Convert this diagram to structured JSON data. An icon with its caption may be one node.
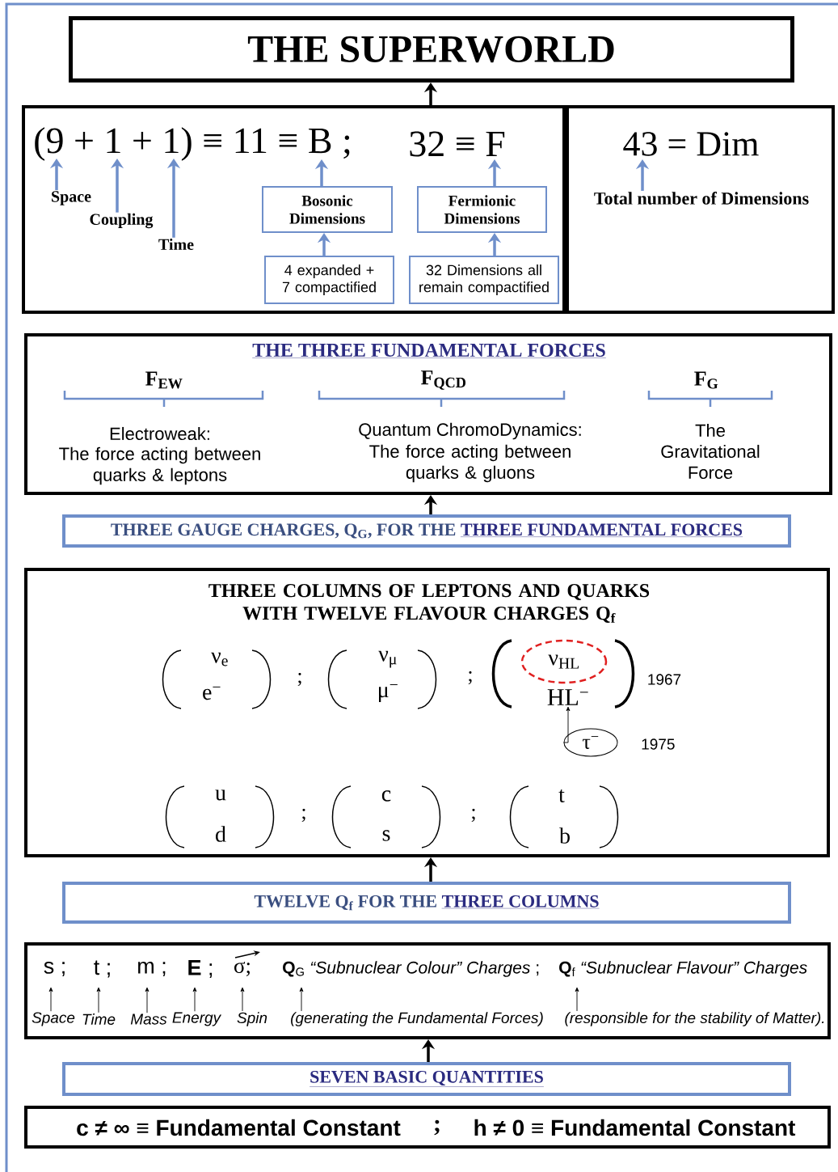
{
  "diagram": {
    "nodes": [
      {
        "text": [
          "THE SUPERWORLD"
        ]
      },
      {
        "text": [
          "(9 + 1 + 1) ≡ 11 ≡ B ;",
          "32 ≡ F"
        ]
      },
      {
        "text": [
          "43 = Dim"
        ]
      },
      {
        "text": [
          "Space"
        ],
        "in": 1
      },
      {
        "text": [
          "Coupling"
        ],
        "in": 1
      },
      {
        "text": [
          "Time"
        ],
        "in": 1
      },
      {
        "text": [
          "Bosonic Dimensions"
        ],
        "in": 1
      },
      {
        "text": [
          "Fermionic Dimensions"
        ],
        "in": 1
      },
      {
        "text": [
          "4 expanded + 7 compactified"
        ],
        "in": 1
      },
      {
        "text": [
          "32 Dimensions all remain compactified"
        ],
        "in": 1
      },
      {
        "text": [
          "Total number of Dimensions"
        ],
        "in": 2
      },
      {
        "text": [
          "THE THREE FUNDAMENTAL FORCES",
          "F$_{EW}$",
          "Electroweak:",
          "The force acting between quarks & leptons",
          "F$_{QCD}$",
          "Quantum ChromoDynamics:",
          "The force acting between quarks & gluons",
          "F$_{G}$",
          "The Gravitational Force"
        ]
      },
      {
        "text": [
          "THREE GAUGE CHARGES, Q$_{G}$, FOR THE",
          "THREE FUNDAMENTAL FORCES"
        ]
      },
      {
        "text": [
          "THREE COLUMNS OF LEPTONS AND QUARKS WITH TWELVE FLAVOUR CHARGES Q$_{f}$"
        ]
      },
      {
        "text": [
          "ν$_{HL}$"
        ],
        "in": 13
      },
      {
        "text": [
          "HL$^{−}$"
        ],
        "in": 13
      },
      {
        "text": [
          "τ$^{−}$"
        ],
        "in": 13,
        "beside": [
          "1975"
        ]
      },
      {
        "text": [
          "TWELVE Q$_{f}$ FOR THE",
          "THREE COLUMNS"
        ]
      },
      {
        "text": [
          "s ;",
          "t ;",
          "m ;",
          "**E** ;",
          "σ;",
          "**Q**$_{G}$ *“Subnuclear Colour” Charges* ;",
          "**Q**$_{f}$ *“Subnuclear Flavour” Charges*"
        ]
      },
      {
        "text": [
          "Space"
        ],
        "in": 18
      },
      {
        "text": [
          "Time"
        ],
        "in": 18
      },
      {
        "text": [
          "Mass"
        ],
        "in": 18
      },
      {
        "text": [
          "Energy"
        ],
        "in": 18
      },
      {
        "text": [
          "Spin"
        ],
        "in": 18
      },
      {
        "text": [
          "(generating the Fundamental Forces)"
        ],
        "in": 18
      },
      {
        "text": [
          "(responsible for the stability of Matter)."
        ],
        "in": 18
      },
      {
        "text": [
          "SEVEN BASIC QUANTITIES"
        ]
      },
      {
        "text": [
          "c ≠ ∞ ≡ Fundamental Constant",
          ";",
          "h ≠ 0 ≡ Fundamental Constant"
        ]
      }
    ],
    "edges": [
      {
        "from": 1,
        "to": 0,
        "arrow": "to"
      },
      {
        "from": 3,
        "to": null,
        "arrow": "to",
        "color": "#6f8fca"
      },
      {
        "from": 4,
        "to": null,
        "arrow": "to",
        "color": "#6f8fca"
      },
      {
        "from": 5,
        "to": null,
        "arrow": "to",
        "color": "#6f8fca"
      },
      {
        "from": 6,
        "to": null,
        "arrow": "to",
        "color": "#6f8fca"
      },
      {
        "from": 7,
        "to": null,
        "arrow": "to",
        "color": "#6f8fca"
      },
      {
        "from": 8,
        "to": 6,
        "arrow": "to",
        "color": "#6f8fca"
      },
      {
        "from": 9,
        "to": 7,
        "arrow": "to",
        "color": "#6f8fca"
      },
      {
        "from": 10,
        "to": null,
        "arrow": "to",
        "color": "#6f8fca"
      },
      {
        "from": 12,
        "to": 11,
        "arrow": "to"
      },
      {
        "from": 16,
        "to": 15,
        "arrow": "to"
      },
      {
        "from": 17,
        "to": 13,
        "arrow": "to"
      },
      {
        "from": 19,
        "to": null,
        "arrow": "to"
      },
      {
        "from": 20,
        "to": null,
        "arrow": "to"
      },
      {
        "from": 21,
        "to": null,
        "arrow": "to"
      },
      {
        "from": 22,
        "to": null,
        "arrow": "to"
      },
      {
        "from": 23,
        "to": null,
        "arrow": "to"
      },
      {
        "from": 24,
        "to": null,
        "arrow": "to"
      },
      {
        "from": 25,
        "to": null,
        "arrow": "to"
      },
      {
        "from": 26,
        "to": 18,
        "arrow": "to"
      }
    ],
    "labels": [
      "ν$_{e}$",
      "e$^{−}$",
      ";",
      "ν$_{μ}$",
      "μ$^{−}$",
      ";",
      "1967",
      "u",
      "d",
      ";",
      "c",
      "s",
      ";",
      "t",
      "b"
    ]
  }
}
